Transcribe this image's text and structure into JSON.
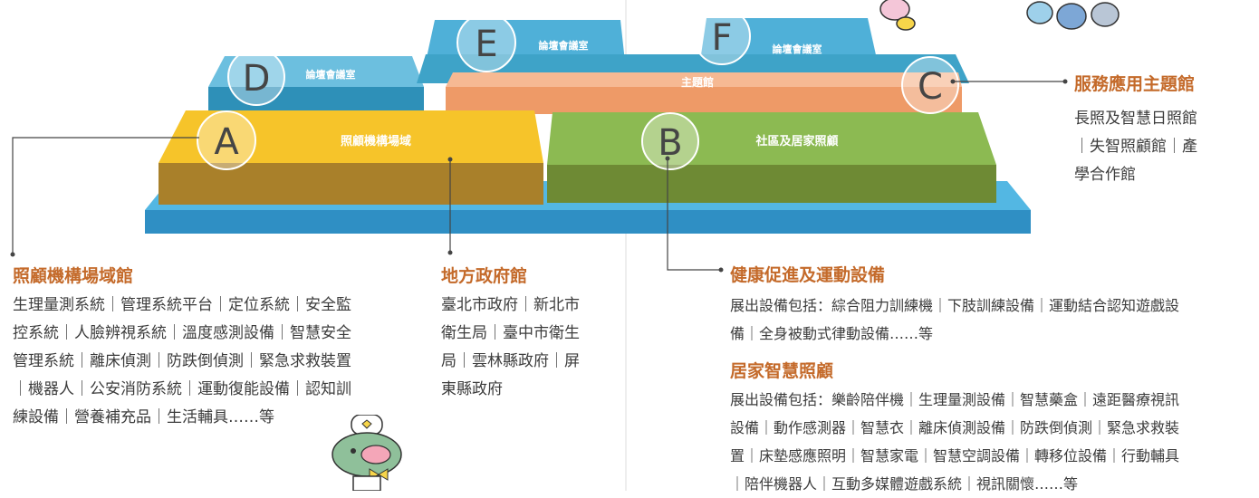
{
  "map": {
    "zones": [
      {
        "letter": "A",
        "name": "照顧機構場域"
      },
      {
        "letter": "B",
        "name": "社區及居家照顧"
      },
      {
        "letter": "C",
        "name": ""
      },
      {
        "letter": "D",
        "name": "論壇會議室"
      },
      {
        "letter": "E",
        "name": "論壇會議室"
      },
      {
        "letter": "F",
        "name": "論壇會議室"
      }
    ],
    "theme_hall_label": "主題館"
  },
  "sections": {
    "service": {
      "title": "服務應用主題館",
      "lines": [
        "長照及智慧日照館",
        "｜失智照顧館｜產",
        "學合作館"
      ]
    },
    "care_facility": {
      "title": "照顧機構場域館",
      "lines": [
        "生理量測系統｜管理系統平台｜定位系統｜安全監",
        "控系統｜人臉辨視系統｜溫度感測設備｜智慧安全",
        "管理系統｜離床偵測｜防跌倒偵測｜緊急求救裝置",
        "｜機器人｜公安消防系統｜運動復能設備｜認知訓",
        "練設備｜營養補充品｜生活輔具……等"
      ]
    },
    "local_gov": {
      "title": "地方政府館",
      "lines": [
        "臺北市政府｜新北市",
        "衛生局｜臺中市衛生",
        "局｜雲林縣政府｜屏",
        "東縣政府"
      ]
    },
    "health": {
      "title": "健康促進及運動設備",
      "lines": [
        "展出設備包括：綜合阻力訓練機｜下肢訓練設備｜運動結合認知遊戲設",
        "備｜全身被動式律動設備……等"
      ]
    },
    "home_care": {
      "title": "居家智慧照顧",
      "lines": [
        "展出設備包括：樂齡陪伴機｜生理量測設備｜智慧藥盒｜遠距醫療視訊",
        "設備｜動作感測器｜智慧衣｜離床偵測設備｜防跌倒偵測｜緊急求救裝",
        "置｜床墊感應照明｜智慧家電｜智慧空調設備｜轉移位設備｜行動輔具",
        "｜陪伴機器人｜互動多媒體遊戲系統｜視訊關懷……等"
      ]
    }
  },
  "colors": {
    "title_orange": "#c46a2a",
    "base_blue": "#3aa0d2",
    "zone_yellow": "#f3bd22",
    "zone_green": "#85b04a",
    "zone_orange": "#ee9a67",
    "room_teal": "#3ea3c8"
  }
}
